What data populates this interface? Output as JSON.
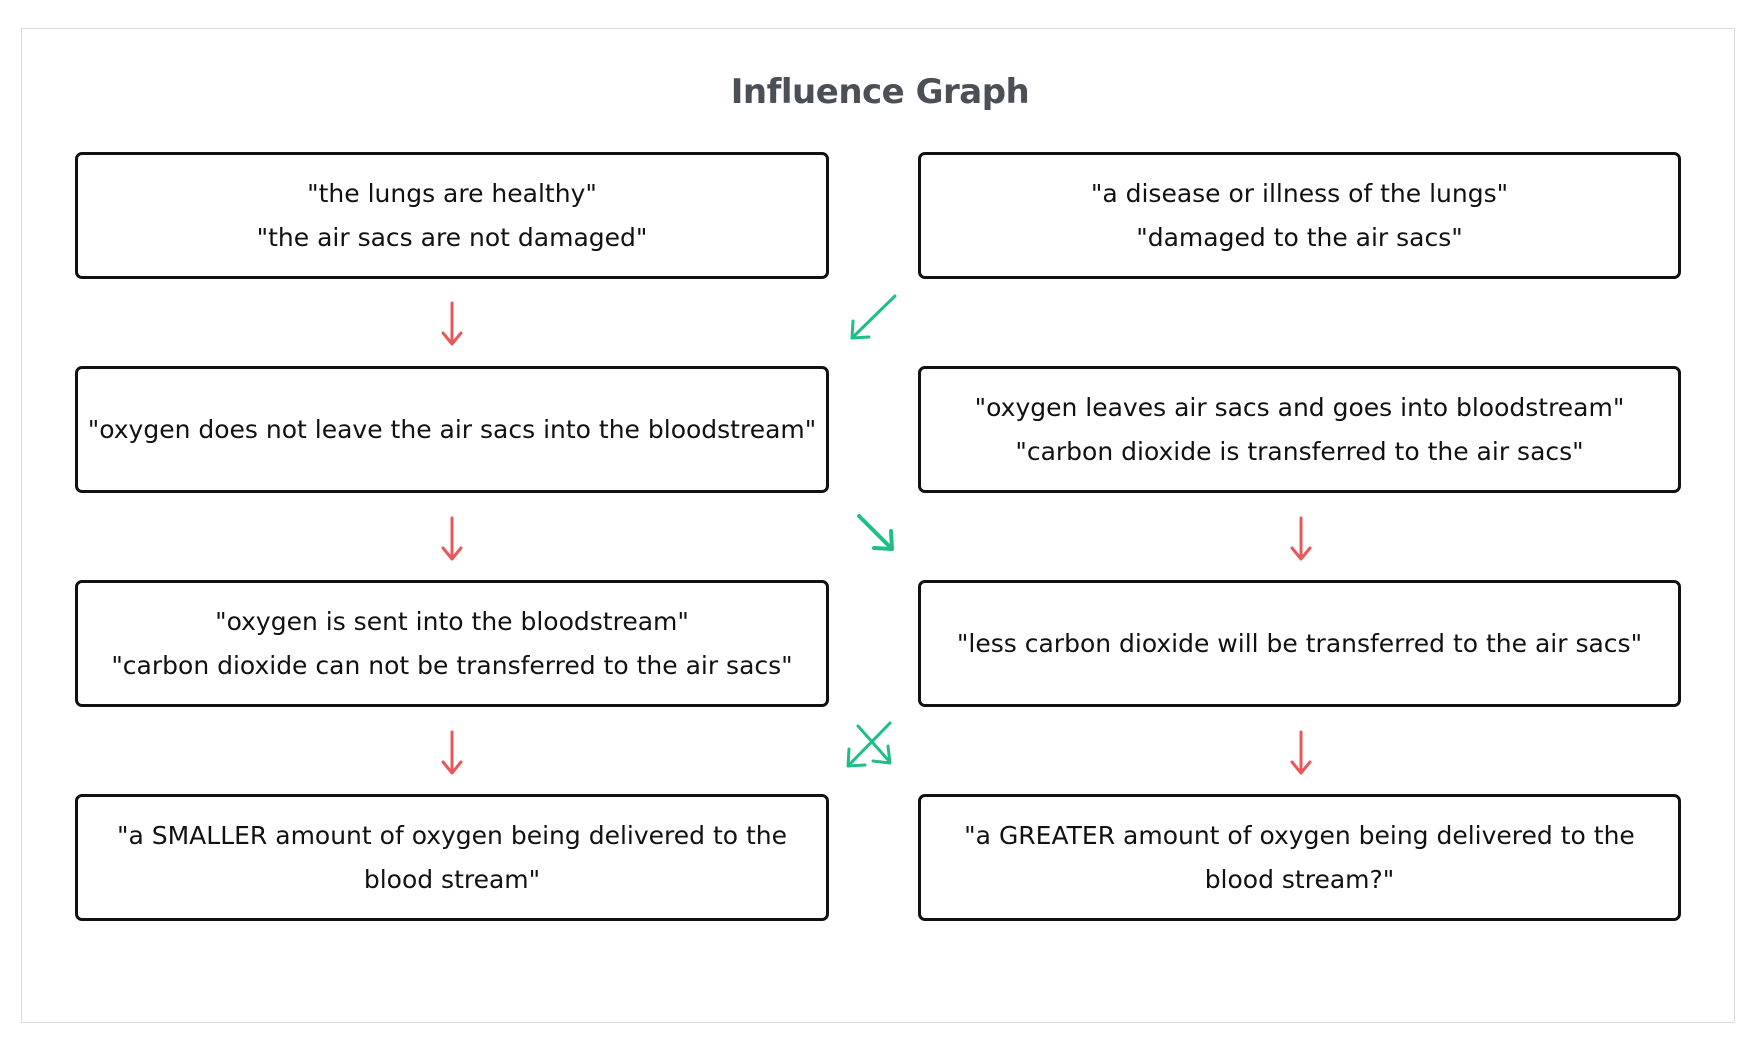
{
  "title": "Influence Graph",
  "nodes": {
    "left_1": [
      "\"the lungs are healthy\"",
      "\"the air sacs are not damaged\""
    ],
    "right_1": [
      "\"a disease or illness of the lungs\"",
      "\"damaged to the air sacs\""
    ],
    "left_2": [
      "\"oxygen does not leave the air sacs into the bloodstream\""
    ],
    "right_2": [
      "\"oxygen leaves air sacs and goes into bloodstream\"",
      "\"carbon dioxide is transferred to the air sacs\""
    ],
    "left_3": [
      "\"oxygen is sent into the bloodstream\"",
      "\"carbon dioxide can not be transferred to the air sacs\""
    ],
    "right_3": [
      "\"less carbon dioxide will be transferred to the air sacs\""
    ],
    "left_4": [
      "\"a SMALLER amount of oxygen being delivered to the",
      "blood stream\""
    ],
    "right_4": [
      "\"a GREATER amount of oxygen being delivered to the",
      "blood stream?\""
    ]
  },
  "edge_colors": {
    "direct": "#e8585a",
    "cross": "#1fbe86"
  },
  "edges": [
    {
      "from": "left_1",
      "to": "left_2",
      "kind": "direct"
    },
    {
      "from": "right_1",
      "to": "left_2",
      "kind": "cross"
    },
    {
      "from": "left_2",
      "to": "left_3",
      "kind": "direct"
    },
    {
      "from": "left_2",
      "to": "right_3",
      "kind": "cross"
    },
    {
      "from": "right_2",
      "to": "right_3",
      "kind": "direct"
    },
    {
      "from": "left_3",
      "to": "left_4",
      "kind": "direct"
    },
    {
      "from": "left_3",
      "to": "right_4",
      "kind": "cross"
    },
    {
      "from": "right_3",
      "to": "left_4",
      "kind": "cross"
    },
    {
      "from": "right_3",
      "to": "right_4",
      "kind": "direct"
    }
  ]
}
